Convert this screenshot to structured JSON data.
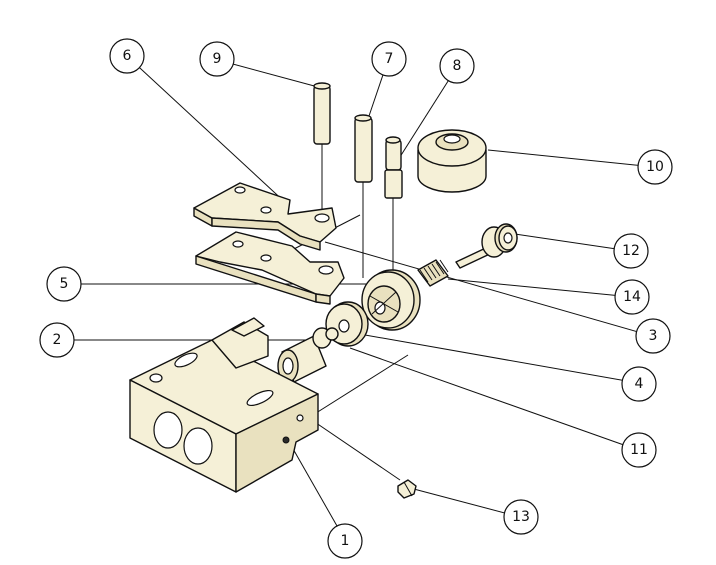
{
  "callouts": [
    {
      "id": "1",
      "label": "1"
    },
    {
      "id": "2",
      "label": "2"
    },
    {
      "id": "3",
      "label": "3"
    },
    {
      "id": "4",
      "label": "4"
    },
    {
      "id": "5",
      "label": "5"
    },
    {
      "id": "6",
      "label": "6"
    },
    {
      "id": "7",
      "label": "7"
    },
    {
      "id": "8",
      "label": "8"
    },
    {
      "id": "9",
      "label": "9"
    },
    {
      "id": "10",
      "label": "10"
    },
    {
      "id": "11",
      "label": "11"
    },
    {
      "id": "12",
      "label": "12"
    },
    {
      "id": "13",
      "label": "13"
    },
    {
      "id": "14",
      "label": "14"
    }
  ],
  "colors": {
    "part_fill": "#f5f0d7",
    "line": "#111111",
    "background": "#ffffff"
  }
}
